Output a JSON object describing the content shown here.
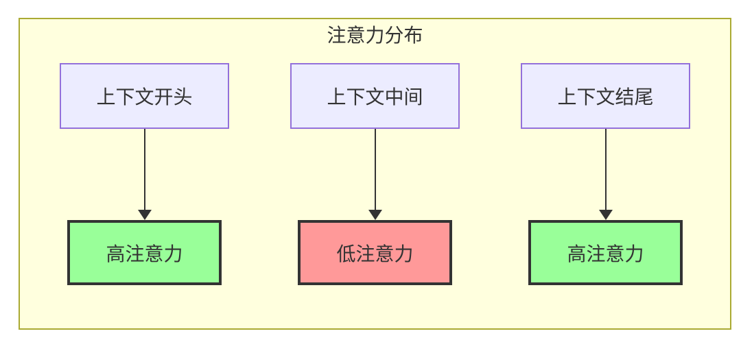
{
  "diagram": {
    "title": "注意力分布",
    "columns": [
      {
        "source": "上下文开头",
        "result": "高注意力",
        "level": "high"
      },
      {
        "source": "上下文中间",
        "result": "低注意力",
        "level": "low"
      },
      {
        "source": "上下文结尾",
        "result": "高注意力",
        "level": "high"
      }
    ],
    "colors": {
      "container_fill": "#ffffde",
      "container_border": "#aaaa33",
      "node_fill": "#ececff",
      "node_border": "#9370db",
      "high_fill": "#99ff99",
      "low_fill": "#ff9999",
      "result_border": "#333333",
      "arrow": "#333333",
      "text": "#333333"
    }
  }
}
